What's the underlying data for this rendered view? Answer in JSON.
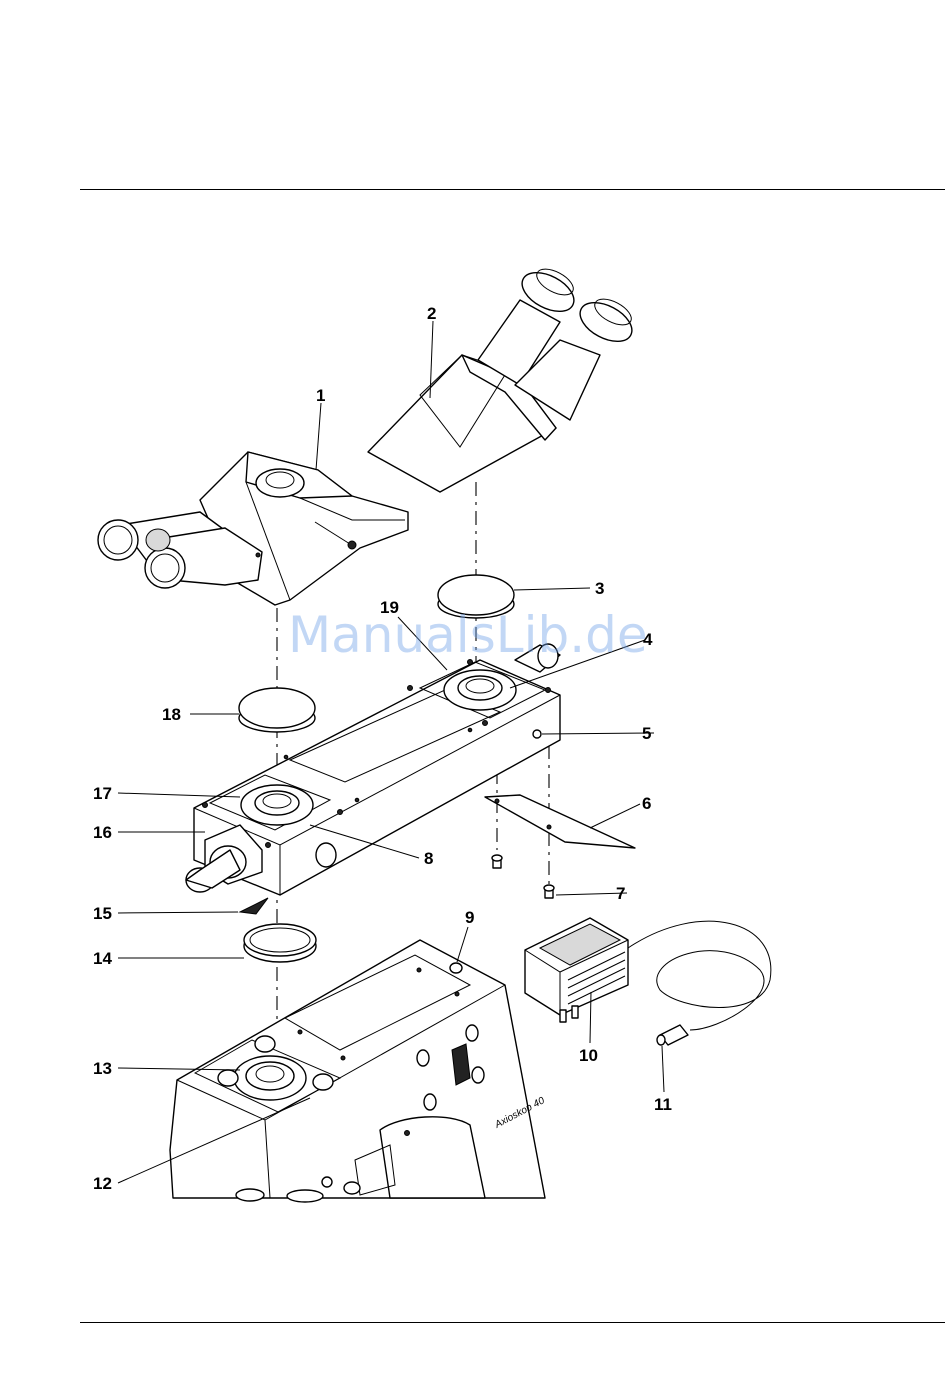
{
  "callouts": [
    {
      "id": "1",
      "label": "1"
    },
    {
      "id": "2",
      "label": "2"
    },
    {
      "id": "3",
      "label": "3"
    },
    {
      "id": "4",
      "label": "4"
    },
    {
      "id": "5",
      "label": "5"
    },
    {
      "id": "6",
      "label": "6"
    },
    {
      "id": "7",
      "label": "7"
    },
    {
      "id": "8",
      "label": "8"
    },
    {
      "id": "9",
      "label": "9"
    },
    {
      "id": "10",
      "label": "10"
    },
    {
      "id": "11",
      "label": "11"
    },
    {
      "id": "12",
      "label": "12"
    },
    {
      "id": "13",
      "label": "13"
    },
    {
      "id": "14",
      "label": "14"
    },
    {
      "id": "15",
      "label": "15"
    },
    {
      "id": "16",
      "label": "16"
    },
    {
      "id": "17",
      "label": "17"
    },
    {
      "id": "18",
      "label": "18"
    },
    {
      "id": "19",
      "label": "19"
    }
  ],
  "instrument_text": "Axioskop 40",
  "watermark": "ManualsLib.de"
}
